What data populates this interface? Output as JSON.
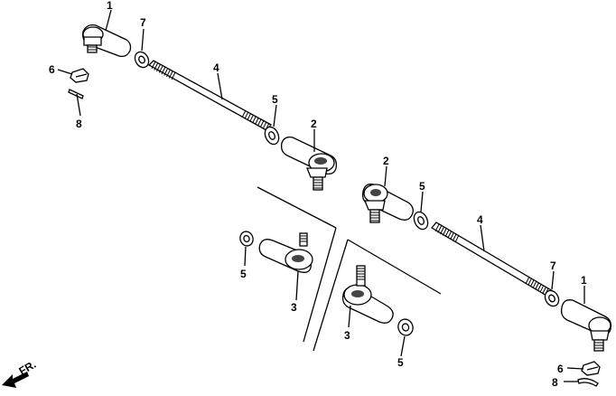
{
  "callouts": {
    "left_tie_end_1": "1",
    "left_lock_nut_7": "7",
    "left_nut_6": "6",
    "left_cotter_pin_8": "8",
    "left_rod_4": "4",
    "left_washer_5": "5",
    "left_tie_end_2": "2",
    "right_tie_end_2": "2",
    "right_washer_5": "5",
    "right_rod_4": "4",
    "right_lock_nut_7": "7",
    "right_tie_end_1": "1",
    "right_nut_6": "6",
    "right_cotter_pin_8": "8",
    "opt_left_washer_5": "5",
    "opt_left_tie_end_3": "3",
    "opt_right_tie_end_3": "3",
    "opt_right_washer_5": "5"
  },
  "direction": {
    "text": "FR."
  },
  "colors": {
    "ink": "#000000",
    "paper": "#ffffff"
  }
}
